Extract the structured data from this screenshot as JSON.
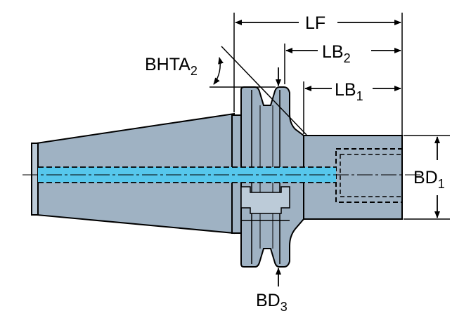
{
  "labels": {
    "lf": "LF",
    "lb2_base": "LB",
    "lb2_sub": "2",
    "lb1_base": "LB",
    "lb1_sub": "1",
    "bhta2_base": "BHTA",
    "bhta2_sub": "2",
    "bd1_base": "BD",
    "bd1_sub": "1",
    "bd3_base": "BD",
    "bd3_sub": "3"
  },
  "colors": {
    "body": "#9fb2c3",
    "body_light": "#bccbd8",
    "coolant": "#56c7ec",
    "outline": "#000000",
    "background": "#ffffff"
  }
}
